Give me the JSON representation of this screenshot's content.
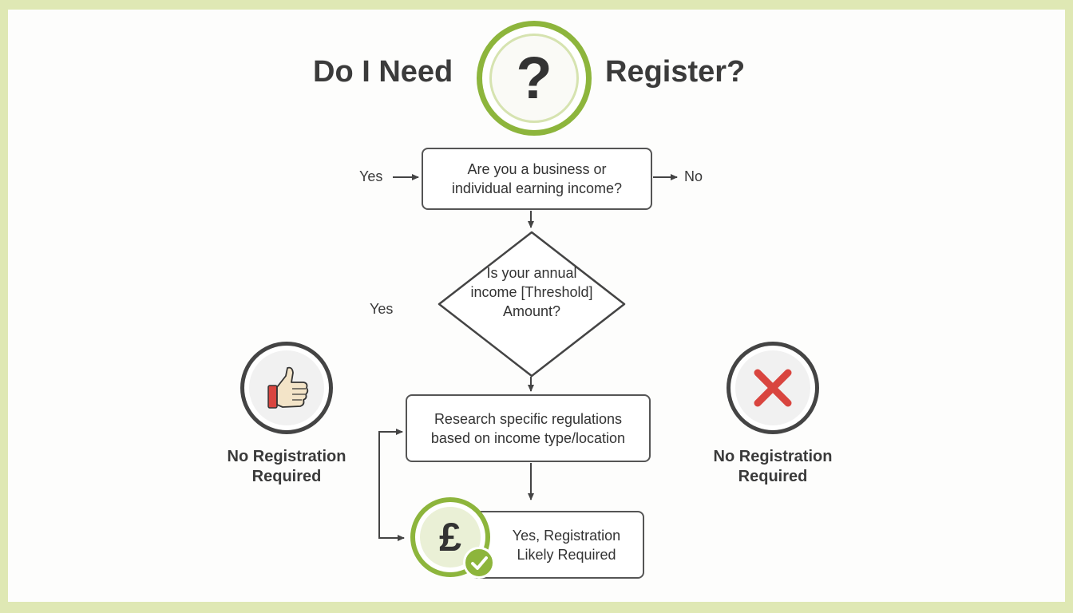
{
  "title": {
    "left": "Do I Need",
    "right": "Register?",
    "center_icon": "question-mark"
  },
  "question_mark": "?",
  "steps": {
    "q1": "Are you a business or individual earning income?",
    "q2": "Is your annual income [Threshold] Amount?",
    "research": "Research specific regulations based on income type/location",
    "result": "Yes, Registration Likely Required"
  },
  "labels": {
    "yes_top": "Yes",
    "no_top": "No",
    "yes_mid": "Yes"
  },
  "outcomes": {
    "left": {
      "text": "No Registration Required",
      "icon": "thumbs-up-icon"
    },
    "right": {
      "text": "No Registration Required",
      "icon": "red-x-icon"
    }
  },
  "currency_symbol": "£",
  "colors": {
    "accent": "#8db53c",
    "border": "#555555",
    "frame": "#dfe8b4",
    "red": "#d9453f"
  }
}
